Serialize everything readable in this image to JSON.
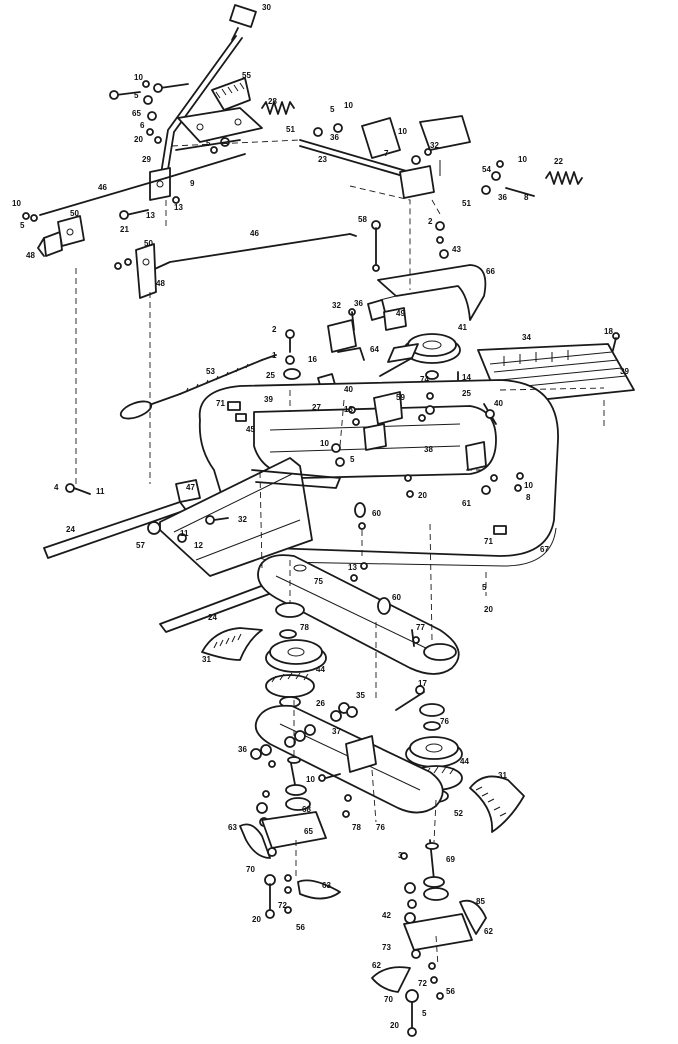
{
  "colors": {
    "ink": "#1a1a1a",
    "paper": "#ffffff"
  },
  "callouts": [
    {
      "id": "c30",
      "text": "30"
    },
    {
      "id": "c55",
      "text": "55"
    },
    {
      "id": "c10a",
      "text": "10"
    },
    {
      "id": "c28",
      "text": "28"
    },
    {
      "id": "c5a",
      "text": "5"
    },
    {
      "id": "c10b",
      "text": "10"
    },
    {
      "id": "c5b",
      "text": "5"
    },
    {
      "id": "c65",
      "text": "65"
    },
    {
      "id": "c6a",
      "text": "6"
    },
    {
      "id": "c5c",
      "text": "5"
    },
    {
      "id": "c20a",
      "text": "20"
    },
    {
      "id": "c29",
      "text": "29"
    },
    {
      "id": "c51a",
      "text": "51"
    },
    {
      "id": "c36a",
      "text": "36"
    },
    {
      "id": "c10c",
      "text": "10"
    },
    {
      "id": "c32a",
      "text": "32"
    },
    {
      "id": "c23",
      "text": "23"
    },
    {
      "id": "c7a",
      "text": "7"
    },
    {
      "id": "c54",
      "text": "54"
    },
    {
      "id": "c10d",
      "text": "10"
    },
    {
      "id": "c22",
      "text": "22"
    },
    {
      "id": "c46a",
      "text": "46"
    },
    {
      "id": "c9a",
      "text": "9"
    },
    {
      "id": "c13a",
      "text": "13"
    },
    {
      "id": "c13b",
      "text": "13"
    },
    {
      "id": "c51b",
      "text": "51"
    },
    {
      "id": "c36b",
      "text": "36"
    },
    {
      "id": "c8a",
      "text": "8"
    },
    {
      "id": "c10e",
      "text": "10"
    },
    {
      "id": "c5d",
      "text": "5"
    },
    {
      "id": "c50a",
      "text": "50"
    },
    {
      "id": "c21",
      "text": "21"
    },
    {
      "id": "c46b",
      "text": "46"
    },
    {
      "id": "c58",
      "text": "58"
    },
    {
      "id": "c2a",
      "text": "2"
    },
    {
      "id": "c43",
      "text": "43"
    },
    {
      "id": "c48a",
      "text": "48"
    },
    {
      "id": "c50b",
      "text": "50"
    },
    {
      "id": "c48b",
      "text": "48"
    },
    {
      "id": "c66",
      "text": "66"
    },
    {
      "id": "c32b",
      "text": "32"
    },
    {
      "id": "c36c",
      "text": "36"
    },
    {
      "id": "c49",
      "text": "49"
    },
    {
      "id": "c41",
      "text": "41"
    },
    {
      "id": "c18",
      "text": "18"
    },
    {
      "id": "c34",
      "text": "34"
    },
    {
      "id": "c39a",
      "text": "39"
    },
    {
      "id": "c2b",
      "text": "2"
    },
    {
      "id": "c1",
      "text": "1"
    },
    {
      "id": "c16",
      "text": "16"
    },
    {
      "id": "c64",
      "text": "64"
    },
    {
      "id": "c53",
      "text": "53"
    },
    {
      "id": "c25a",
      "text": "25"
    },
    {
      "id": "c27",
      "text": "27"
    },
    {
      "id": "c40a",
      "text": "40"
    },
    {
      "id": "c74",
      "text": "74"
    },
    {
      "id": "c14",
      "text": "14"
    },
    {
      "id": "c25b",
      "text": "25"
    },
    {
      "id": "c39b",
      "text": "39"
    },
    {
      "id": "c71a",
      "text": "71"
    },
    {
      "id": "c45a",
      "text": "45"
    },
    {
      "id": "c13c",
      "text": "13"
    },
    {
      "id": "c59",
      "text": "59"
    },
    {
      "id": "c40b",
      "text": "40"
    },
    {
      "id": "c10f",
      "text": "10"
    },
    {
      "id": "c5e",
      "text": "5"
    },
    {
      "id": "c38",
      "text": "38"
    },
    {
      "id": "c20b",
      "text": "20"
    },
    {
      "id": "c10g",
      "text": "10"
    },
    {
      "id": "c8b",
      "text": "8"
    },
    {
      "id": "c4",
      "text": "4"
    },
    {
      "id": "c11",
      "text": "11"
    },
    {
      "id": "c47",
      "text": "47"
    },
    {
      "id": "c60",
      "text": "60"
    },
    {
      "id": "c61",
      "text": "61"
    },
    {
      "id": "c71b",
      "text": "71"
    },
    {
      "id": "c24a",
      "text": "24"
    },
    {
      "id": "c32c",
      "text": "32"
    },
    {
      "id": "c57",
      "text": "57"
    },
    {
      "id": "c11b",
      "text": "11"
    },
    {
      "id": "c12",
      "text": "12"
    },
    {
      "id": "c67",
      "text": "67"
    },
    {
      "id": "c13d",
      "text": "13"
    },
    {
      "id": "c75",
      "text": "75"
    },
    {
      "id": "c5f",
      "text": "5"
    },
    {
      "id": "c20c",
      "text": "20"
    },
    {
      "id": "c24b",
      "text": "24"
    },
    {
      "id": "c60b",
      "text": "60"
    },
    {
      "id": "c78a",
      "text": "78"
    },
    {
      "id": "c77",
      "text": "77"
    },
    {
      "id": "c31a",
      "text": "31"
    },
    {
      "id": "c44a",
      "text": "44"
    },
    {
      "id": "c17",
      "text": "17"
    },
    {
      "id": "c35",
      "text": "35"
    },
    {
      "id": "c26",
      "text": "26"
    },
    {
      "id": "c37",
      "text": "37"
    },
    {
      "id": "c76a",
      "text": "76"
    },
    {
      "id": "c36d",
      "text": "36"
    },
    {
      "id": "c44b",
      "text": "44"
    },
    {
      "id": "c31b",
      "text": "31"
    },
    {
      "id": "c10h",
      "text": "10"
    },
    {
      "id": "c68",
      "text": "68"
    },
    {
      "id": "c78b",
      "text": "78"
    },
    {
      "id": "c76b",
      "text": "76"
    },
    {
      "id": "c52",
      "text": "52"
    },
    {
      "id": "c63a",
      "text": "63"
    },
    {
      "id": "c65b",
      "text": "65"
    },
    {
      "id": "c3",
      "text": "3"
    },
    {
      "id": "c69",
      "text": "69"
    },
    {
      "id": "c70a",
      "text": "70"
    },
    {
      "id": "c63b",
      "text": "63"
    },
    {
      "id": "c56a",
      "text": "56"
    },
    {
      "id": "c72a",
      "text": "72"
    },
    {
      "id": "c20d",
      "text": "20"
    },
    {
      "id": "c42",
      "text": "42"
    },
    {
      "id": "c85",
      "text": "85"
    },
    {
      "id": "c62a",
      "text": "62"
    },
    {
      "id": "c73",
      "text": "73"
    },
    {
      "id": "c62b",
      "text": "62"
    },
    {
      "id": "c72b",
      "text": "72"
    },
    {
      "id": "c56b",
      "text": "56"
    },
    {
      "id": "c70b",
      "text": "70"
    },
    {
      "id": "c20e",
      "text": "20"
    },
    {
      "id": "c5g",
      "text": "5"
    }
  ]
}
